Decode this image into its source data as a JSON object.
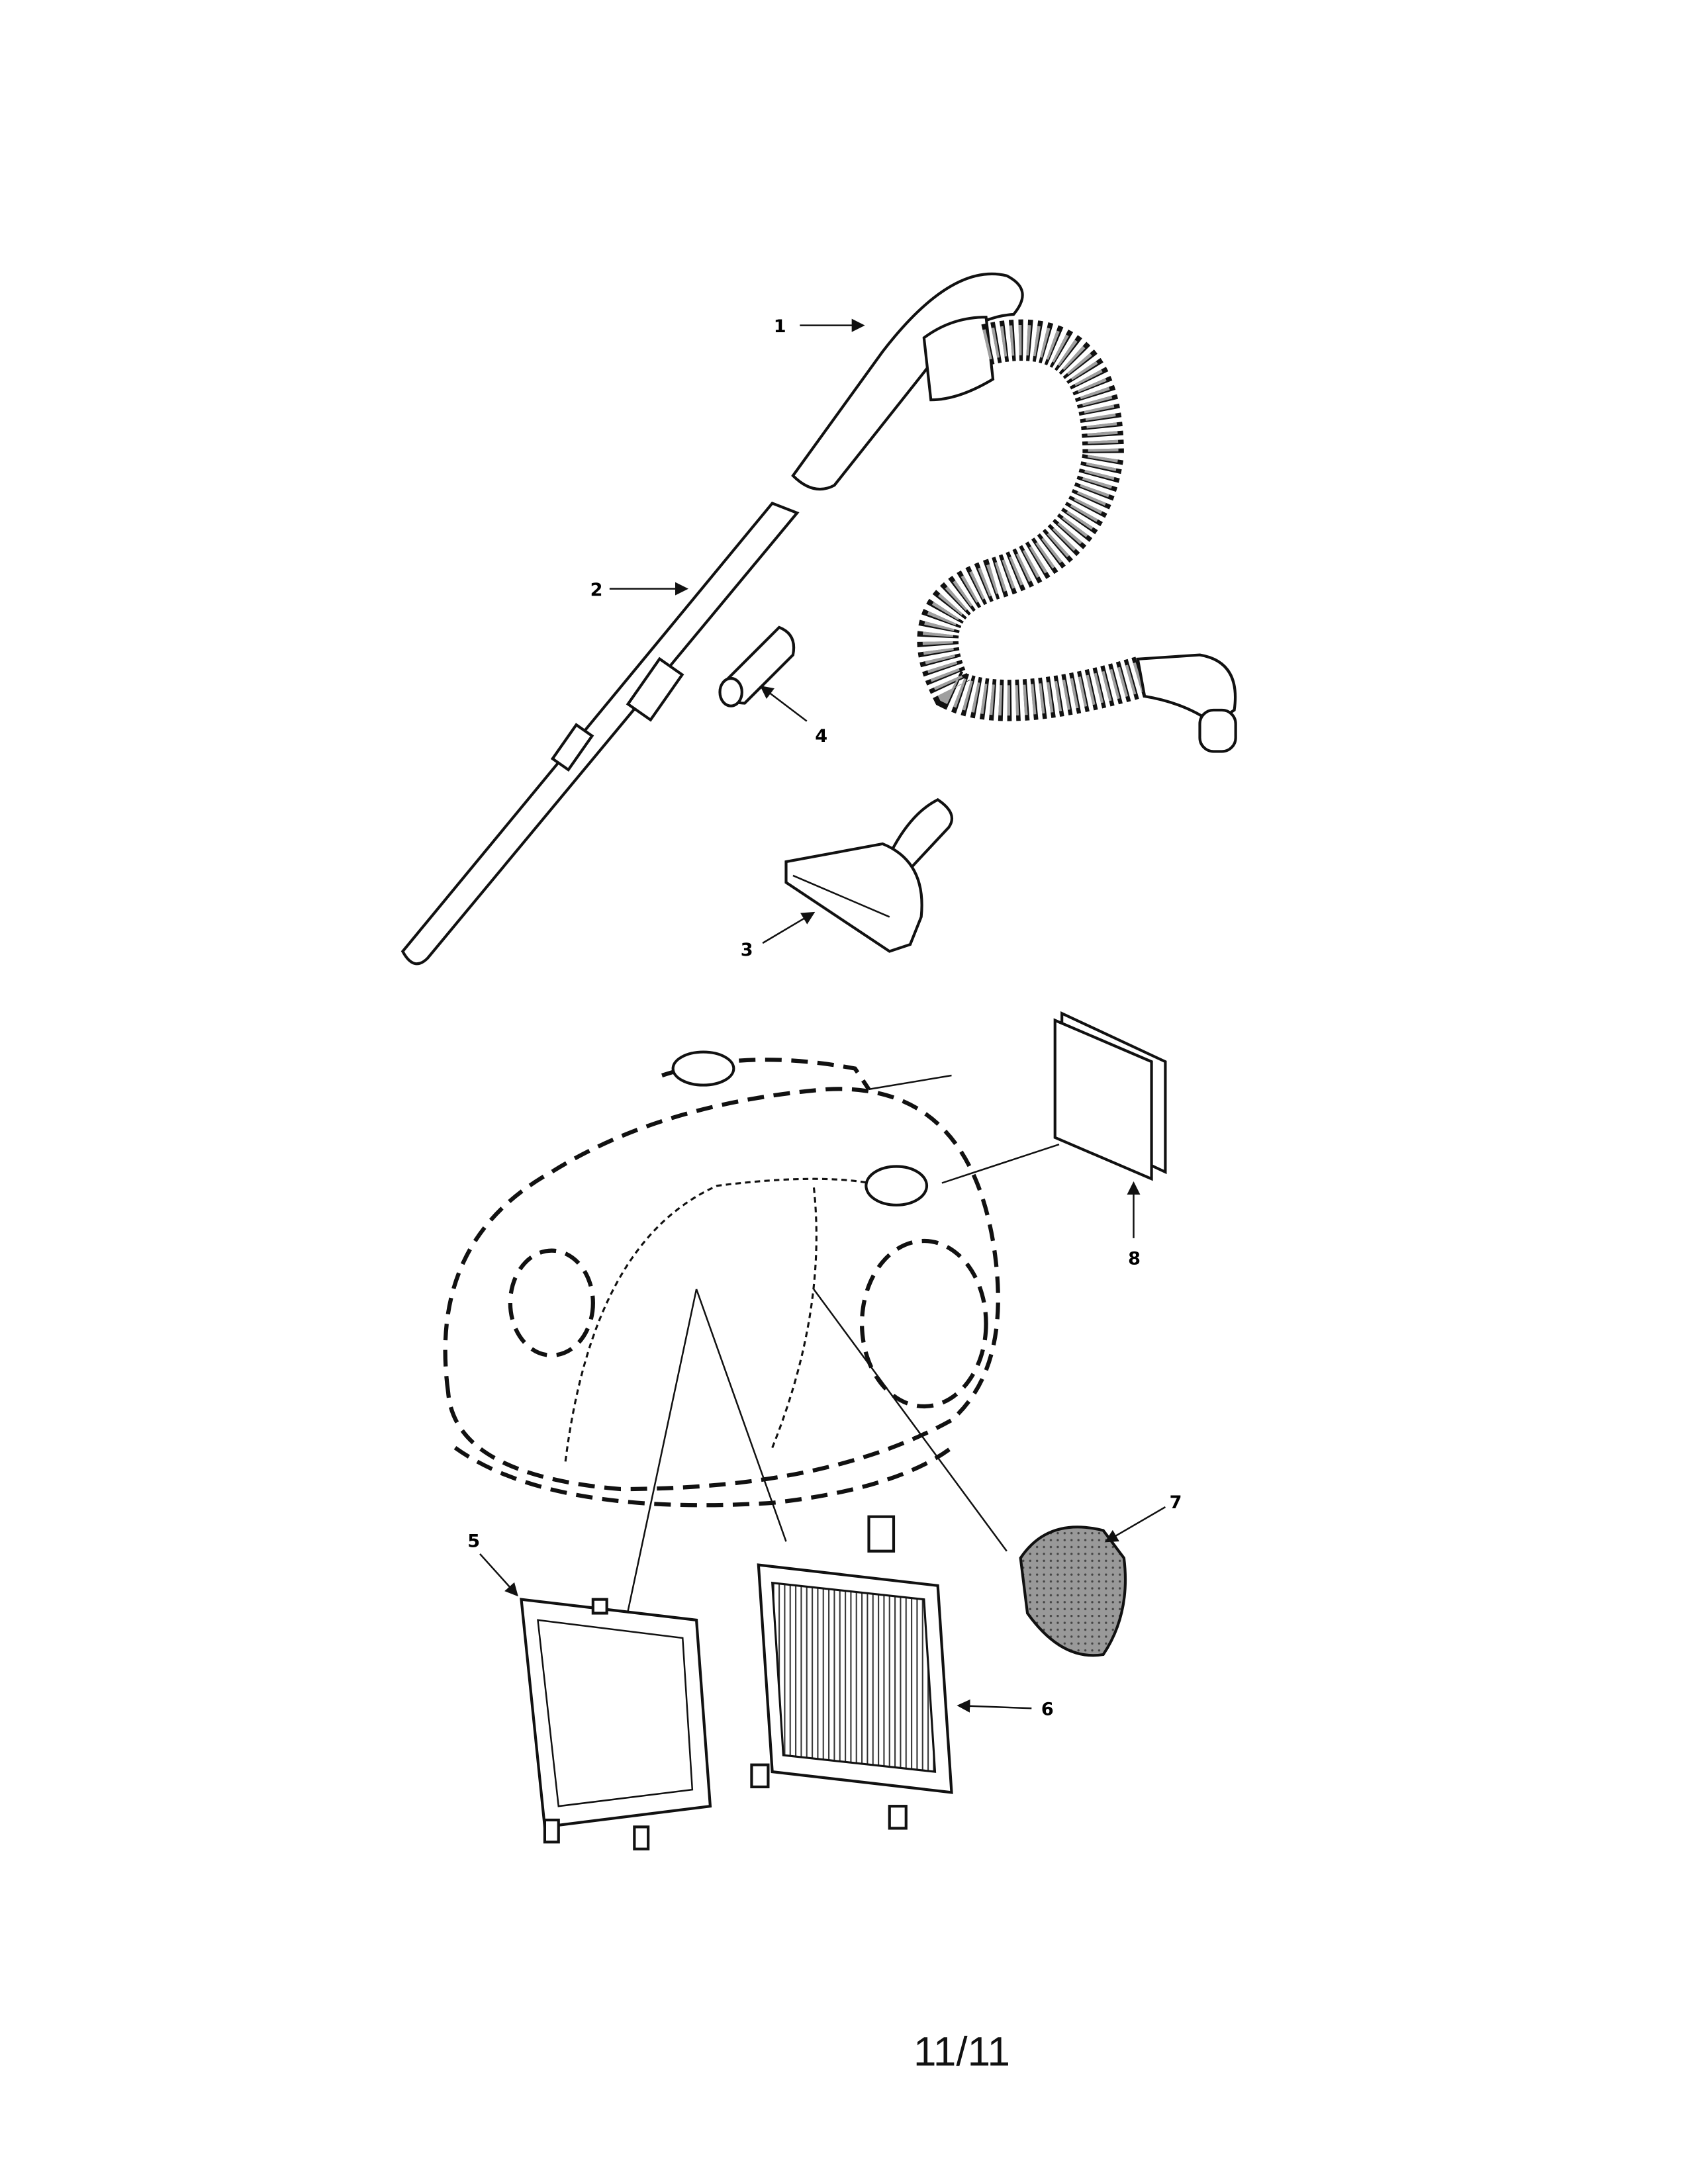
{
  "diagram": {
    "callouts": [
      {
        "number": "1",
        "part": "hose-handle"
      },
      {
        "number": "2",
        "part": "wand"
      },
      {
        "number": "3",
        "part": "floor-brush"
      },
      {
        "number": "4",
        "part": "crevice-tool"
      },
      {
        "number": "5",
        "part": "filter-frame"
      },
      {
        "number": "6",
        "part": "pleated-filter"
      },
      {
        "number": "7",
        "part": "foam-filter"
      },
      {
        "number": "8",
        "part": "exhaust-filter"
      }
    ]
  },
  "footer": {
    "page_number": "11/11"
  }
}
